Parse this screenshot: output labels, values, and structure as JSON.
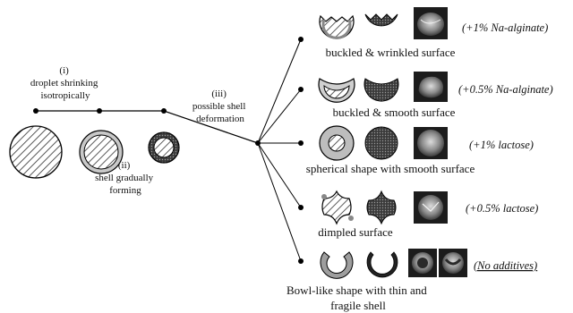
{
  "diagram": {
    "steps": {
      "step1": [
        "(i)",
        "droplet shrinking",
        "isotropically"
      ],
      "step2": [
        "(ii)",
        "shell gradually",
        "forming"
      ],
      "step3": [
        "(iii)",
        "possible shell",
        "deformation"
      ]
    },
    "outcomes": [
      {
        "caption": [
          "buckled & wrinkled surface"
        ],
        "additive": "(+1% Na-alginate)",
        "underline": false
      },
      {
        "caption": [
          "buckled & smooth surface"
        ],
        "additive": "(+0.5% Na-alginate)",
        "underline": false
      },
      {
        "caption": [
          "spherical shape with smooth surface"
        ],
        "additive": "(+1% lactose)",
        "underline": false
      },
      {
        "caption": [
          "dimpled surface"
        ],
        "additive": "(+0.5% lactose)",
        "underline": false
      },
      {
        "caption": [
          "Bowl-like shape with thin and",
          "fragile shell"
        ],
        "additive": "(No additives)",
        "underline": true
      }
    ]
  }
}
